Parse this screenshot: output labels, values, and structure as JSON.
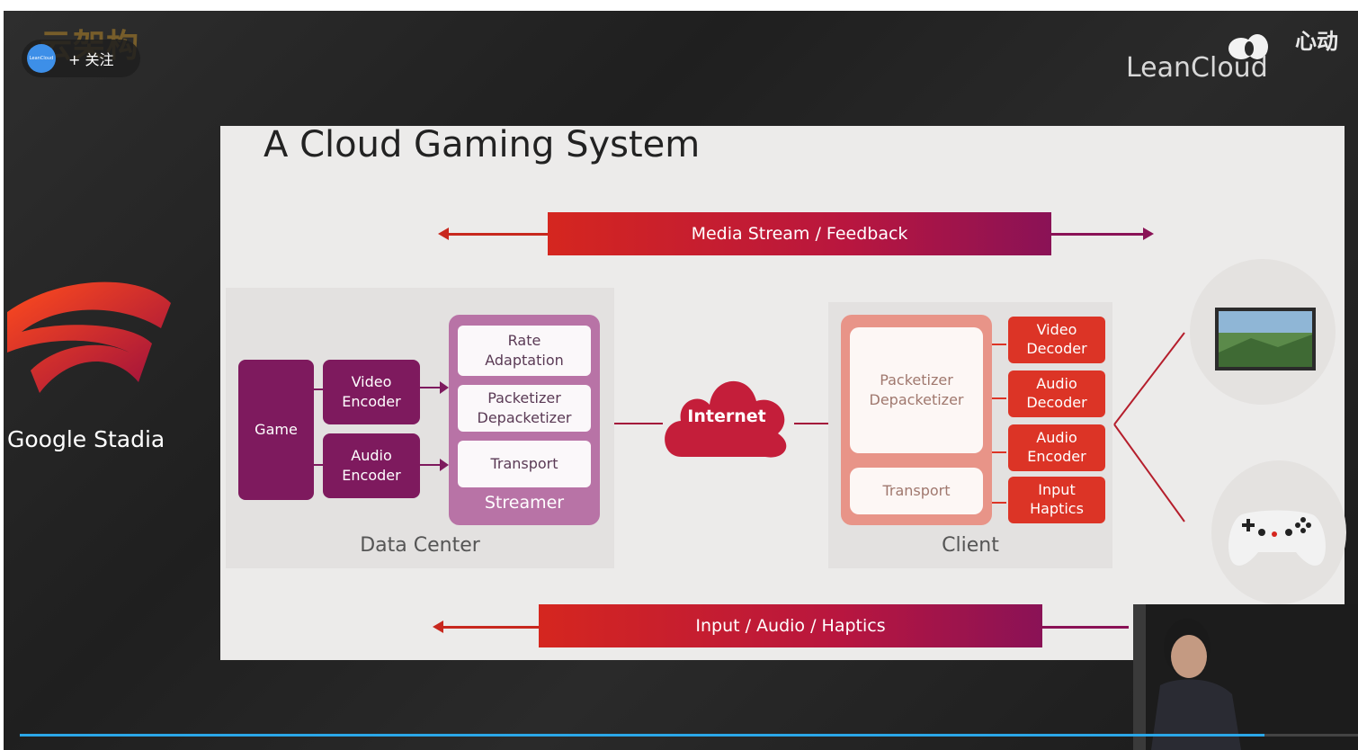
{
  "overlay": {
    "channel_watermark": "云架构",
    "follow_button": "+ 关注",
    "avatar_text": "LeanCloud",
    "brand_name": "LeanCloud",
    "bili_mark": "心动",
    "progress": 0.93
  },
  "sidebar": {
    "stadia_name": "Google Stadia"
  },
  "slide": {
    "title": "A Cloud Gaming System",
    "top_banner": "Media Stream / Feedback",
    "bottom_banner": "Input / Audio / Haptics",
    "data_center": {
      "label": "Data Center",
      "game": "Game",
      "video_encoder": "Video\nEncoder",
      "audio_encoder": "Audio\nEncoder",
      "rate_adaptation": "Rate\nAdaptation",
      "packetizer": "Packetizer\nDepacketizer",
      "transport": "Transport",
      "streamer": "Streamer"
    },
    "internet": "Internet",
    "client": {
      "label": "Client",
      "packetizer": "Packetizer\nDepacketizer",
      "transport": "Transport",
      "video_decoder": "Video\nDecoder",
      "audio_decoder": "Audio\nDecoder",
      "audio_encoder": "Audio\nEncoder",
      "input_haptics": "Input\nHaptics"
    }
  },
  "colors": {
    "accent_red": "#d5261f",
    "accent_purple": "#7e1a5e",
    "client_red": "#dc3426",
    "progress_blue": "#2ba7e8"
  }
}
